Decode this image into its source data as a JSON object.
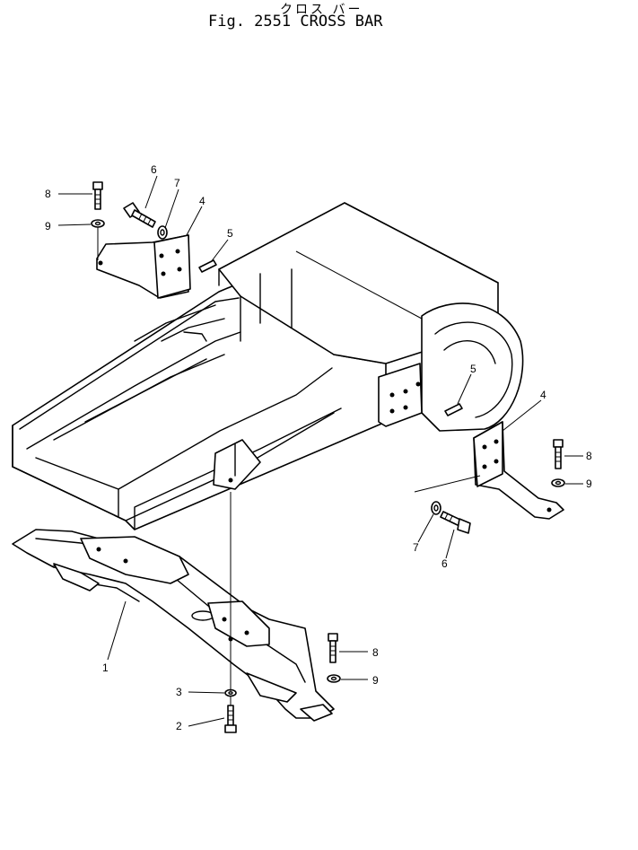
{
  "header": {
    "title_jp": "クロス バー",
    "title": "Fig. 2551 CROSS BAR"
  },
  "callouts": {
    "c1": "1",
    "c2": "2",
    "c3": "3",
    "c4a": "4",
    "c4b": "4",
    "c5a": "5",
    "c5b": "5",
    "c6a": "6",
    "c6b": "6",
    "c7a": "7",
    "c7b": "7",
    "c8a": "8",
    "c8b": "8",
    "c8c": "8",
    "c9a": "9",
    "c9b": "9",
    "c9c": "9"
  }
}
